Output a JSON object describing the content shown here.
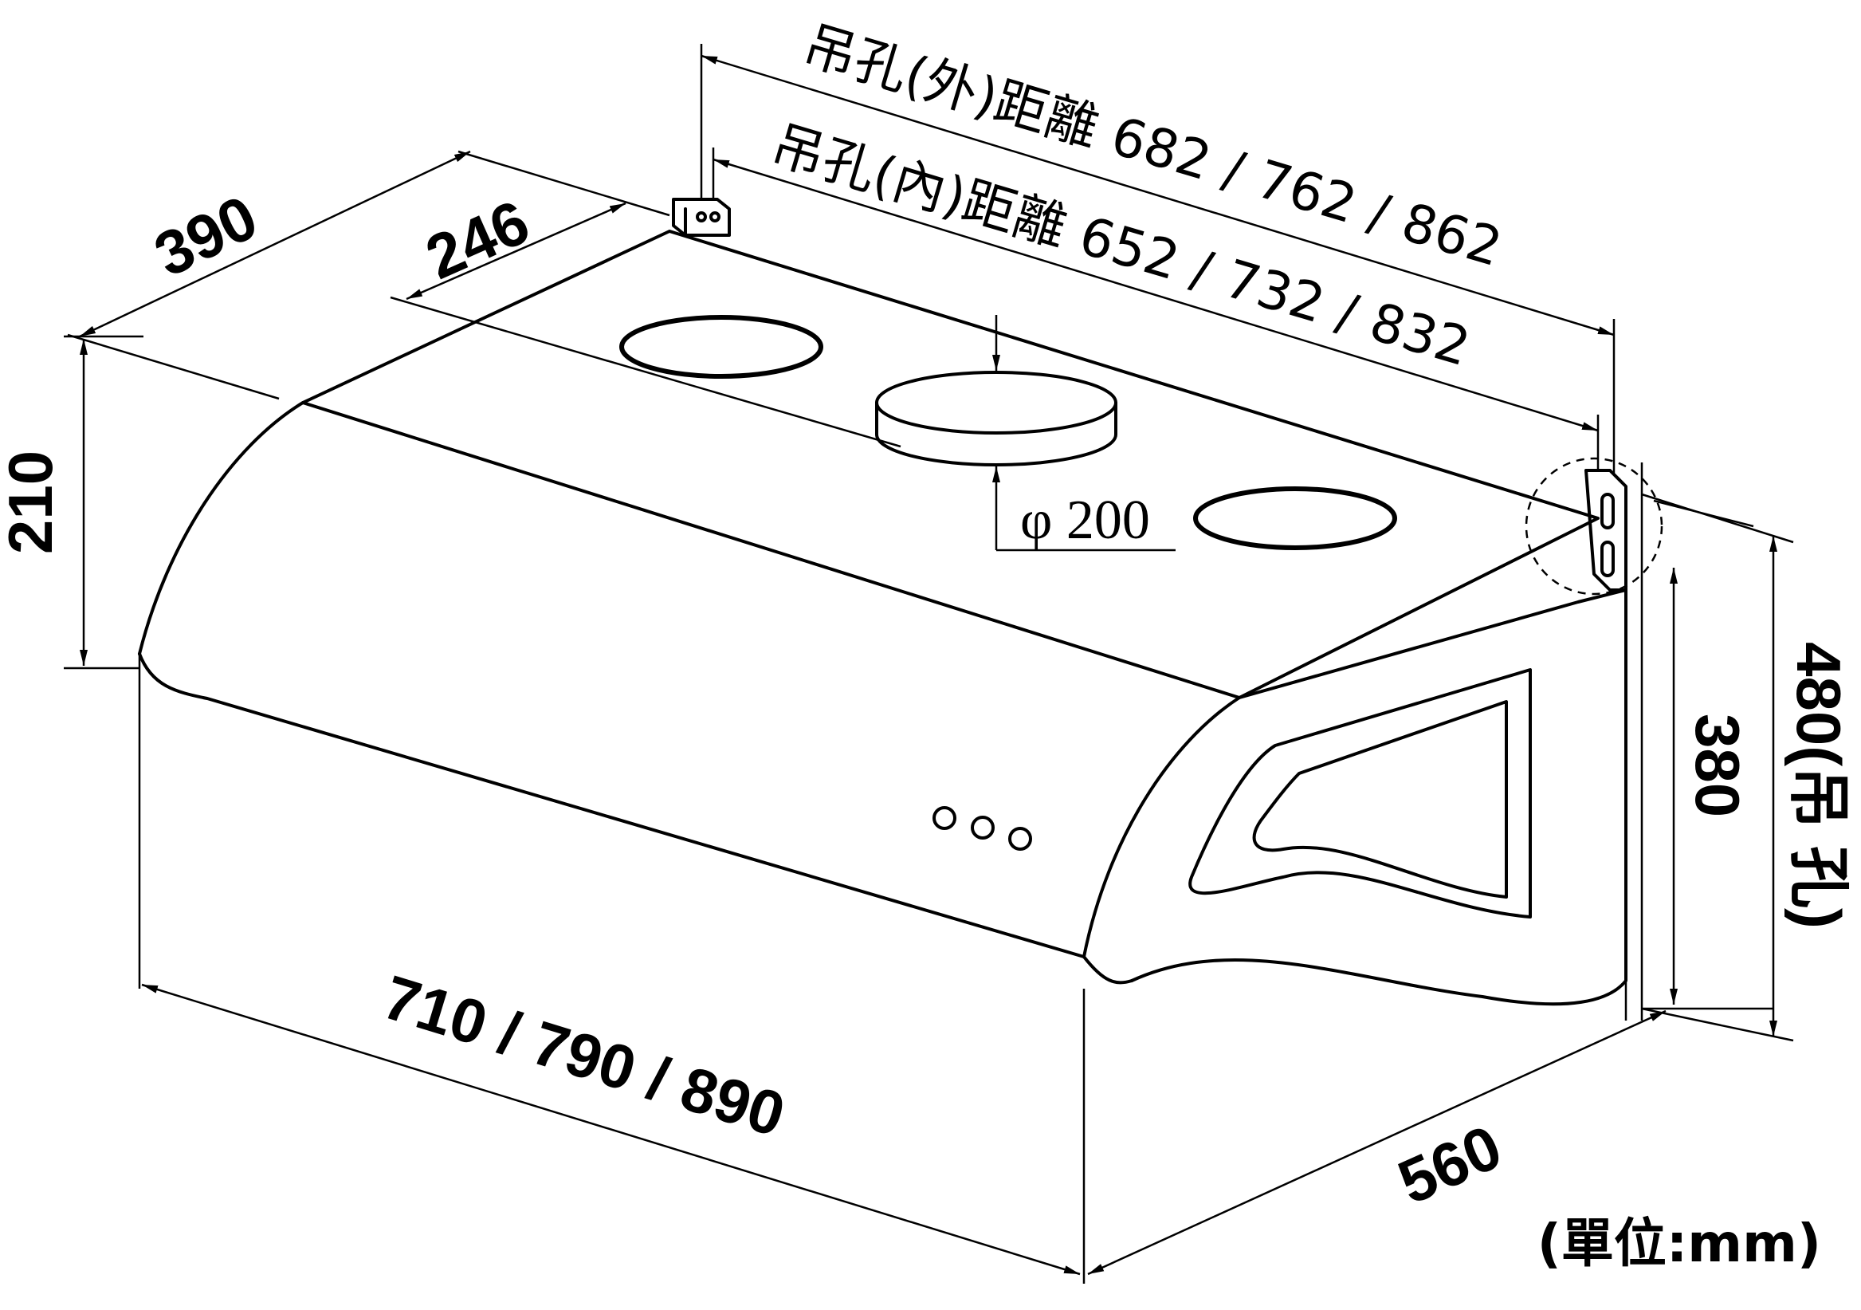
{
  "labels": {
    "depth_outer": "390",
    "depth_inner": "246",
    "height_front": "210",
    "hole_outer": "吊孔(外)距離 682 / 762 / 862",
    "hole_inner": "吊孔(內)距離 652 / 732 / 832",
    "duct": "φ 200",
    "width": "710 / 790 / 890",
    "side_depth": "560",
    "height_body": "380",
    "height_hole": "480(吊 孔)",
    "unit": "(單位:mm)"
  }
}
